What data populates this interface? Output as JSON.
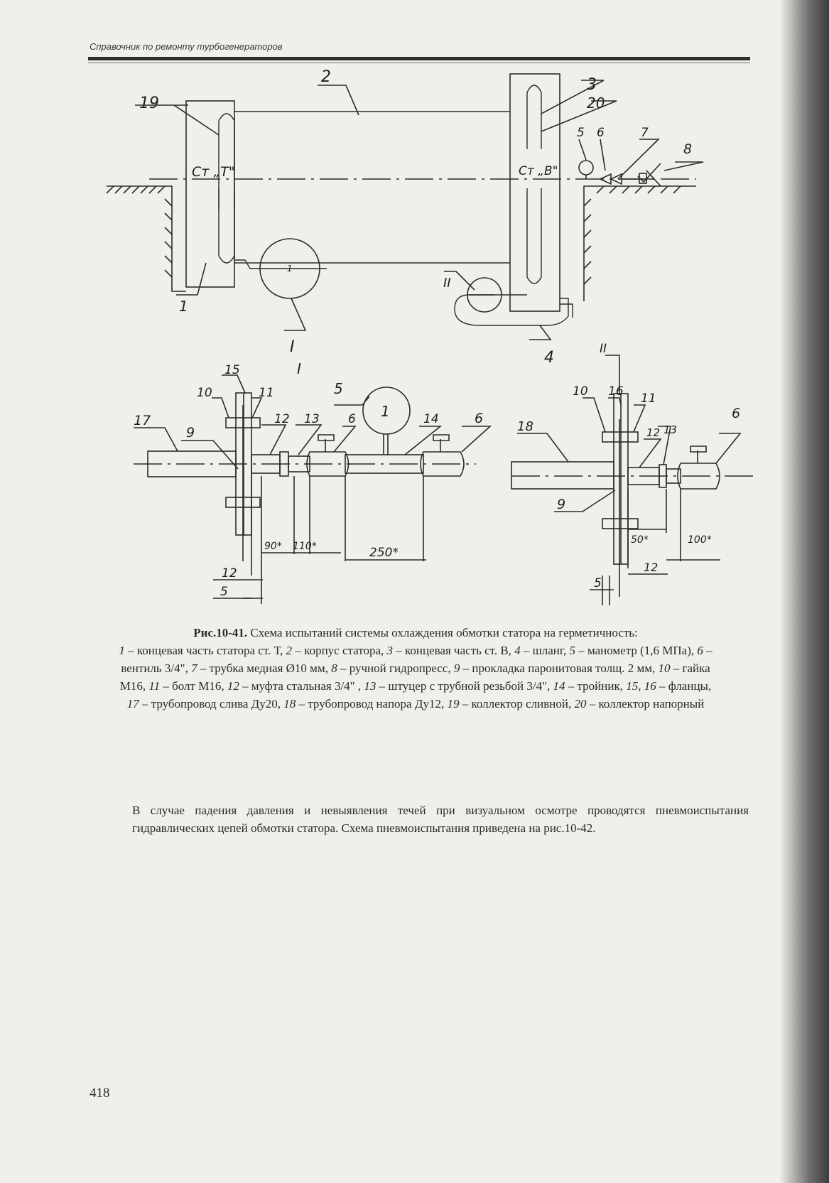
{
  "header": {
    "title": "Справочник по ремонту турбогенераторов"
  },
  "figure": {
    "labels": {
      "n1": "1",
      "n2": "2",
      "n3": "3",
      "n4": "4",
      "n5": "5",
      "n6": "6",
      "n7": "7",
      "n8": "8",
      "n9": "9",
      "n10": "10",
      "n11": "11",
      "n12": "12",
      "n13": "13",
      "n14": "14",
      "n15": "15",
      "n16": "16",
      "n17": "17",
      "n18": "18",
      "n19": "19",
      "n20": "20",
      "st_t": "Ст „Т\"",
      "st_v": "Ст „В\"",
      "roman1": "I",
      "roman2": "II",
      "gauge": "1"
    },
    "dims": {
      "d90": "90*",
      "d110": "110*",
      "d250": "250*",
      "d12": "12",
      "d5": "5",
      "d50": "50*",
      "d100": "100*"
    }
  },
  "caption": {
    "number": "Рис.10-41.",
    "title": "Схема испытаний системы охлаждения обмотки статора на герметичность:",
    "items": [
      {
        "n": "1",
        "t": " – концевая часть статора ст. Т, "
      },
      {
        "n": "2",
        "t": " – корпус статора, "
      },
      {
        "n": "3",
        "t": " – концевая часть ст. В, "
      },
      {
        "n": "4",
        "t": " – шланг, "
      },
      {
        "n": "5",
        "t": " – манометр (1,6 МПа), "
      },
      {
        "n": "6",
        "t": " – вентиль 3/4\", "
      },
      {
        "n": "7",
        "t": " – трубка медная Ø10 мм, "
      },
      {
        "n": "8",
        "t": " – ручной гидропресс, "
      },
      {
        "n": "9",
        "t": " – прокладка паронитовая толщ. 2 мм, "
      },
      {
        "n": "10",
        "t": " – гайка М16, "
      },
      {
        "n": "11",
        "t": " – болт М16, "
      },
      {
        "n": "12",
        "t": " – муфта стальная 3/4\" , "
      },
      {
        "n": "13",
        "t": " – штуцер с трубной резьбой 3/4\", "
      },
      {
        "n": "14",
        "t": " – тройник, "
      },
      {
        "n": "15, 16",
        "t": " – фланцы, "
      },
      {
        "n": "17",
        "t": " – трубопровод слива Ду20, "
      },
      {
        "n": "18",
        "t": " – трубопровод напора Ду12, "
      },
      {
        "n": "19",
        "t": " – коллектор сливной, "
      },
      {
        "n": "20",
        "t": " – коллектор напорный"
      }
    ]
  },
  "body": {
    "paragraph": "В случае падения давления и невыявления течей при визуальном осмотре проводятся пневмоиспытания гидравлических цепей обмотки статора. Схема пневмоиспытания приведена на рис.10-42."
  },
  "page_number": "418"
}
